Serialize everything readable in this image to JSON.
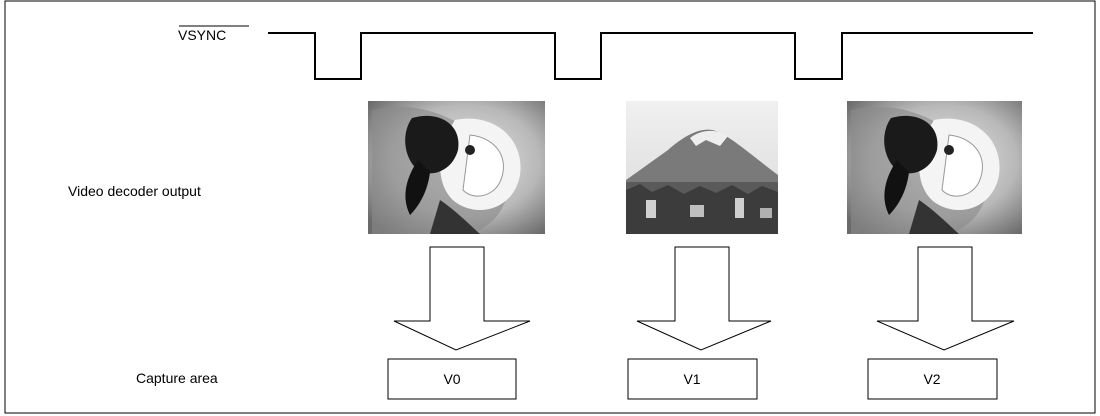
{
  "signal": {
    "label": "VSYNC",
    "active_low_overbar": true
  },
  "rows": {
    "decoder_label": "Video decoder output",
    "capture_label": "Capture area"
  },
  "frames": [
    {
      "content": "parrot-photo",
      "capture_label": "V0"
    },
    {
      "content": "mountain-photo",
      "capture_label": "V1"
    },
    {
      "content": "parrot-photo",
      "capture_label": "V2"
    }
  ],
  "colors": {
    "line": "#000000",
    "background": "#ffffff",
    "frame": "#000000"
  }
}
